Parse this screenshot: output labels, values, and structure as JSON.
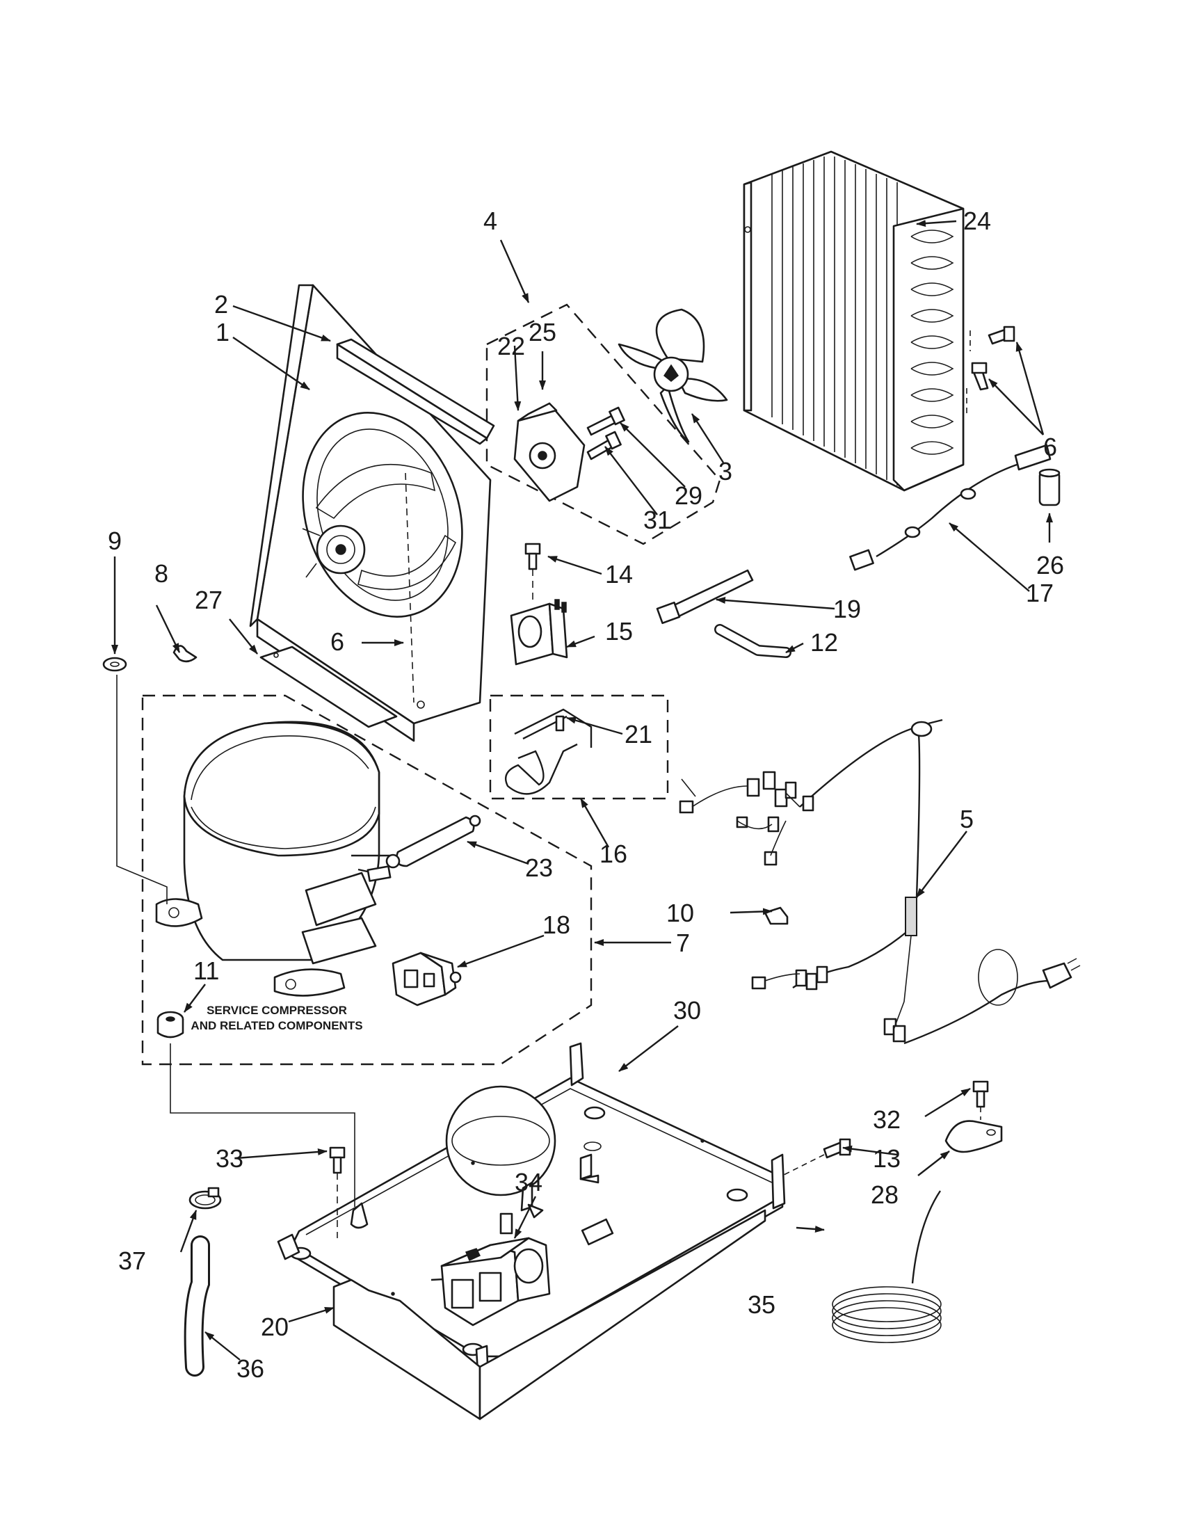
{
  "note": {
    "line1": "SERVICE COMPRESSOR",
    "line2": "AND RELATED COMPONENTS"
  },
  "labels": {
    "l1": "1",
    "l2": "2",
    "l3": "3",
    "l4": "4",
    "l5": "5",
    "l6a": "6",
    "l6b": "6",
    "l7": "7",
    "l8": "8",
    "l9": "9",
    "l10": "10",
    "l11": "11",
    "l12": "12",
    "l13": "13",
    "l14": "14",
    "l15": "15",
    "l16": "16",
    "l17": "17",
    "l18": "18",
    "l19": "19",
    "l20": "20",
    "l21": "21",
    "l22": "22",
    "l23": "23",
    "l24": "24",
    "l25": "25",
    "l26": "26",
    "l27": "27",
    "l28": "28",
    "l29": "29",
    "l30": "30",
    "l31": "31",
    "l32": "32",
    "l33": "33",
    "l34": "34",
    "l35": "35",
    "l36": "36",
    "l37": "37"
  }
}
